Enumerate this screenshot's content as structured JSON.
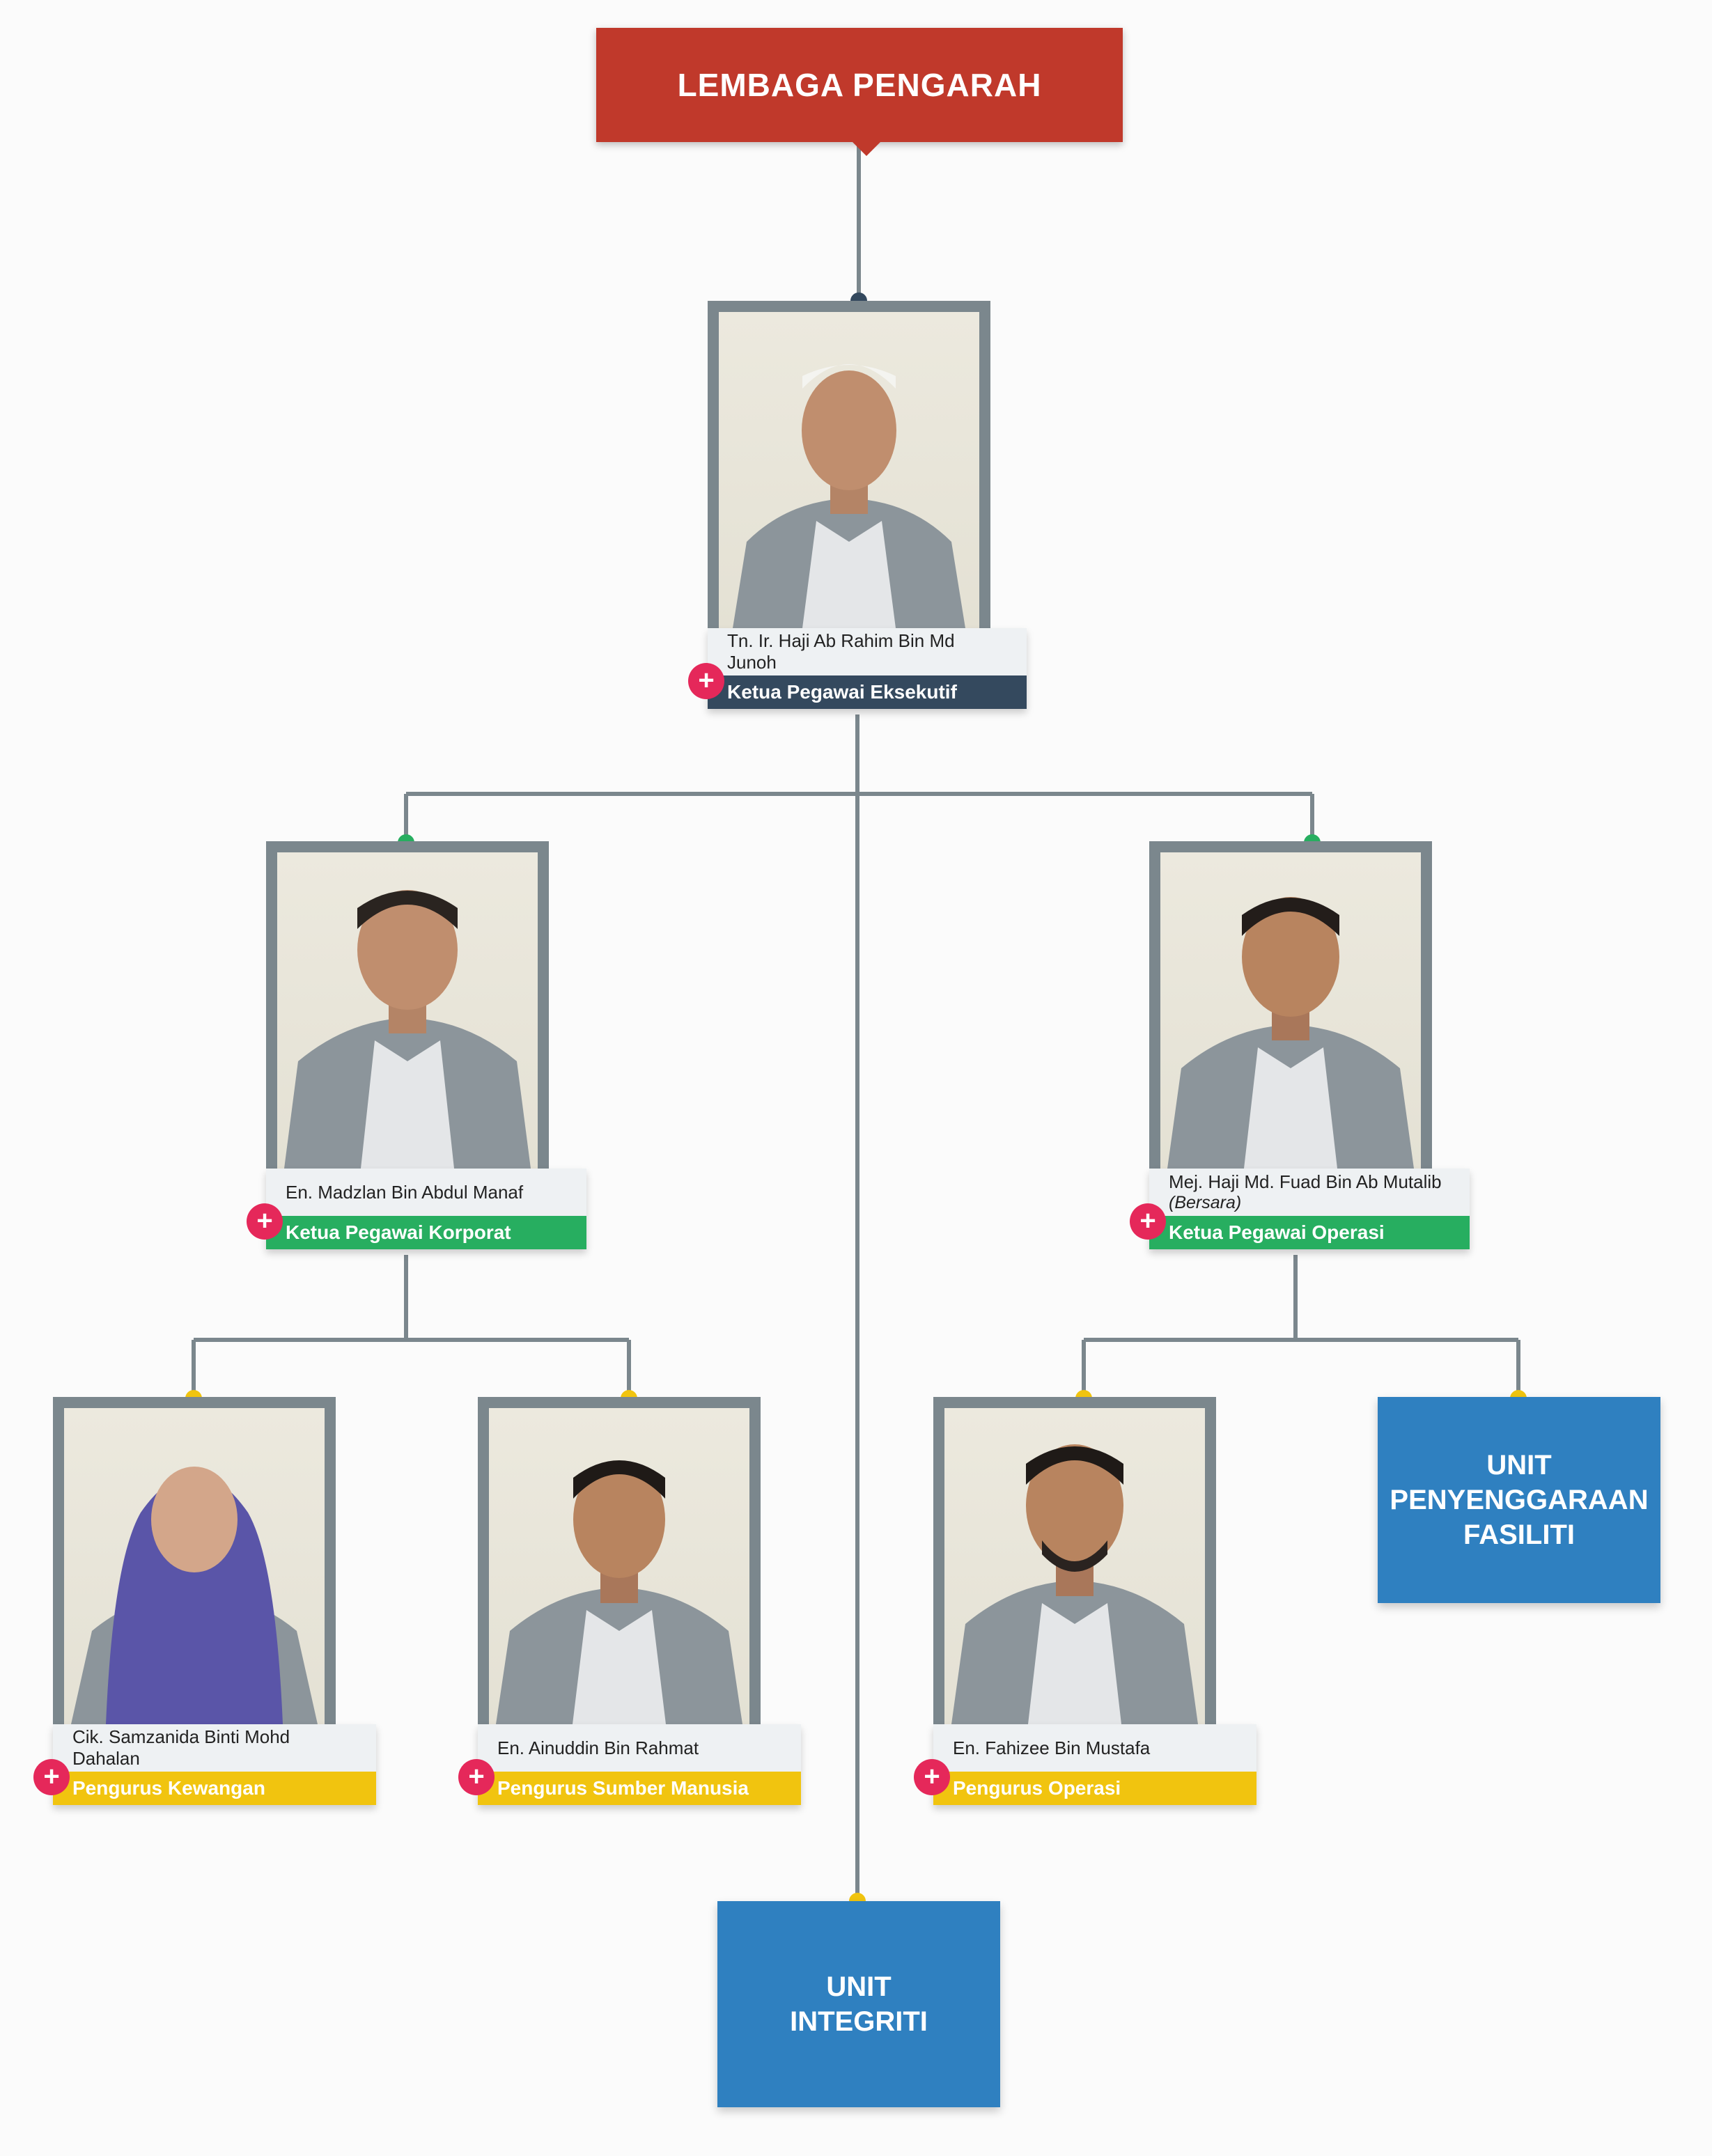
{
  "board": {
    "title": "LEMBAGA PENGARAH",
    "color": "#c0392b"
  },
  "colors": {
    "connector": "#7b878d",
    "ceo_role": "#34495e",
    "chief_role": "#27ae60",
    "manager_role": "#f1c40f",
    "unit": "#2f80c0",
    "plus_badge": "#e5285a",
    "dot_ceo": "#34495e",
    "dot_chief": "#27ae60",
    "dot_manager": "#f1c40f"
  },
  "ceo": {
    "name": "Tn. Ir. Haji Ab Rahim Bin Md Junoh",
    "role": "Ketua Pegawai Eksekutif"
  },
  "corporate": {
    "name": "En. Madzlan Bin Abdul Manaf",
    "role": "Ketua Pegawai Korporat"
  },
  "operations": {
    "name": "Mej. Haji Md. Fuad Bin Ab Mutalib",
    "note": "(Bersara)",
    "role": "Ketua Pegawai Operasi"
  },
  "finance": {
    "name": "Cik. Samzanida Binti Mohd Dahalan",
    "role": "Pengurus Kewangan"
  },
  "hr": {
    "name": "En. Ainuddin Bin Rahmat",
    "role": "Pengurus Sumber Manusia"
  },
  "ops_manager": {
    "name": "En. Fahizee Bin Mustafa",
    "role": "Pengurus Operasi"
  },
  "facility_unit": {
    "line1": "UNIT",
    "line2": "PENYENGGARAAN",
    "line3": "FASILITI"
  },
  "integrity_unit": {
    "line1": "UNIT",
    "line2": "INTEGRITI"
  },
  "plus_symbol": "+"
}
